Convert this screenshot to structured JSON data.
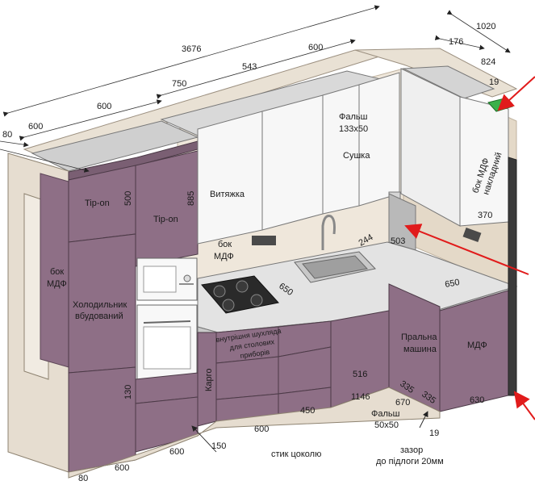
{
  "palette": {
    "mdf": "#8e6f86",
    "mdf_dark": "#6d5266",
    "mdf_light": "#a58a9d",
    "white": "#f7f7f7",
    "wall": "#eae1d3",
    "wall_dark": "#d8cbb8",
    "counter": "#dcdcdc",
    "red": "#e11b1b",
    "green": "#3bb04a"
  },
  "dims": {
    "d3676": "3676",
    "d600_top": "600",
    "d543": "543",
    "d750": "750",
    "d600_a": "600",
    "d600_b": "600",
    "d80_top": "80",
    "d1020": "1020",
    "d176": "176",
    "d824": "824",
    "d19_top": "19",
    "d500": "500",
    "d885": "885",
    "d244": "244",
    "d503": "503",
    "d650_a": "650",
    "d650_b": "650",
    "d370": "370",
    "d516": "516",
    "d1146": "1146",
    "d670": "670",
    "d335_a": "335",
    "d335_b": "335",
    "d630": "630",
    "d19_bot": "19",
    "d130": "130",
    "d450": "450",
    "d600_c": "600",
    "d600_d": "600",
    "d150": "150",
    "d600_e": "600",
    "d80_bot": "80"
  },
  "labels": {
    "tip_on_1": "Tip-on",
    "tip_on_2": "Tip-on",
    "bok_mdf_l1": "бок",
    "bok_mdf_l2": "МДФ",
    "fridge_l1": "Холодильник",
    "fridge_l2": "вбудований",
    "hood": "Витяжка",
    "bok_mdf_c1": "бок",
    "bok_mdf_c2": "МДФ",
    "falsh_l1": "Фальш",
    "falsh_l2": "133х50",
    "dryer": "Сушка",
    "bok_overlay_l1": "бок МДФ",
    "bok_overlay_l2": "накладний",
    "drawer_l1": "внутрішня шухляда",
    "drawer_l2": "для столових",
    "drawer_l3": "приборів",
    "cargo": "Карго",
    "washer_l1": "Пральна",
    "washer_l2": "машина",
    "mdf_right": "МДФ",
    "falsh_b1": "Фальш",
    "falsh_b2": "50х50",
    "plinth": "стик цоколю",
    "gap_l1": "зазор",
    "gap_l2": "до підлоги 20мм"
  }
}
